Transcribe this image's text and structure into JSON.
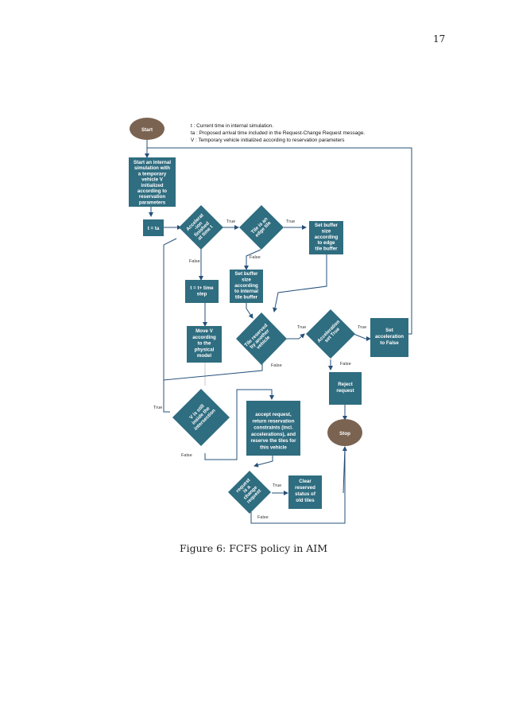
{
  "page_number": "17",
  "caption": "Figure 6: FCFS policy in AIM",
  "legend": [
    "t : Current time in internal simulation.",
    "ta : Proposed arrival time included in the Request-Change Request message.",
    "V : Temporary vehicle initialized according to reservation parameters"
  ],
  "nodes": {
    "start": "Start",
    "init": [
      "Start an internal",
      "simulation with",
      "a temporary",
      "vehicle V",
      "initialized",
      "according to",
      "reservation",
      "parameters"
    ],
    "t_eq_ta": "t = ta",
    "accel_done": [
      "Accelerat",
      "-ion",
      "finished",
      "at time t"
    ],
    "edge_tile": [
      "Tile is an",
      "edge tile"
    ],
    "edge_buffer": [
      "Set buffer",
      "size",
      "according",
      "to edge",
      "tile buffer"
    ],
    "internal_buffer": [
      "Set buffer",
      "size",
      "according",
      "to internal",
      "tile buffer"
    ],
    "time_step": [
      "t = t+ time",
      "step"
    ],
    "move_v": [
      "Move V",
      "according",
      "to the",
      "physical",
      "model"
    ],
    "tile_reserved": [
      "Tile reserved",
      "by another",
      "vehicle"
    ],
    "accel_true": [
      "Acceleration",
      "set True"
    ],
    "set_accel_false": [
      "Set",
      "acceleration",
      "to False"
    ],
    "reject": [
      "Reject",
      "request"
    ],
    "stop": "Stop",
    "still_in": [
      "V is still",
      "inside the",
      "intersection"
    ],
    "accept": [
      "accept request,",
      "return reservation",
      "constraints (incl.",
      "accelerations), and",
      "reserve the tiles for",
      "this vehicle"
    ],
    "change_req": [
      "request",
      "is a",
      "change",
      "request"
    ],
    "clear": [
      "Clear",
      "reserved",
      "status of",
      "old tiles"
    ]
  },
  "edge_labels": {
    "true": "True",
    "false": "False"
  },
  "colors": {
    "box": "#2f6d80",
    "terminal": "#7b6352",
    "line": "#26507a"
  }
}
